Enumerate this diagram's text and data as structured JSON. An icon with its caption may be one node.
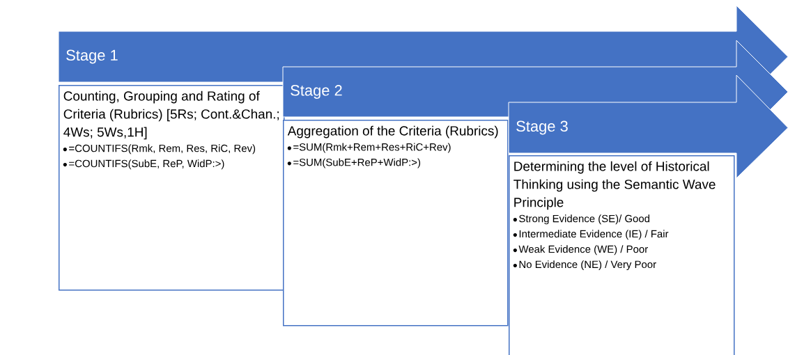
{
  "diagram": {
    "nodes": [
      {
        "text": [
          "Stage 1"
        ]
      },
      {
        "text": [
          "Counting, Grouping and Rating of Criteria (Rubrics) [5Rs; Cont.&Chan.; 4Ws; 5Ws,1H]",
          "=COUNTIFS(Rmk, Rem, Res, RiC, Rev)",
          "=COUNTIFS(SubE, ReP, WidP:>)"
        ]
      },
      {
        "text": [
          "Stage 2"
        ]
      },
      {
        "text": [
          "Aggregation of the Criteria (Rubrics)",
          "=SUM(Rmk+Rem+Res+RiC+Rev)",
          "=SUM(SubE+ReP+WidP:>)"
        ]
      },
      {
        "text": [
          "Stage 3"
        ]
      },
      {
        "text": [
          "Determining the level of Historical Thinking using the Semantic Wave Principle",
          "Strong Evidence (SE)/ Good",
          "Intermediate Evidence (IE) / Fair",
          "Weak Evidence (WE) / Poor",
          "No Evidence (NE) / Very Poor"
        ]
      }
    ]
  }
}
